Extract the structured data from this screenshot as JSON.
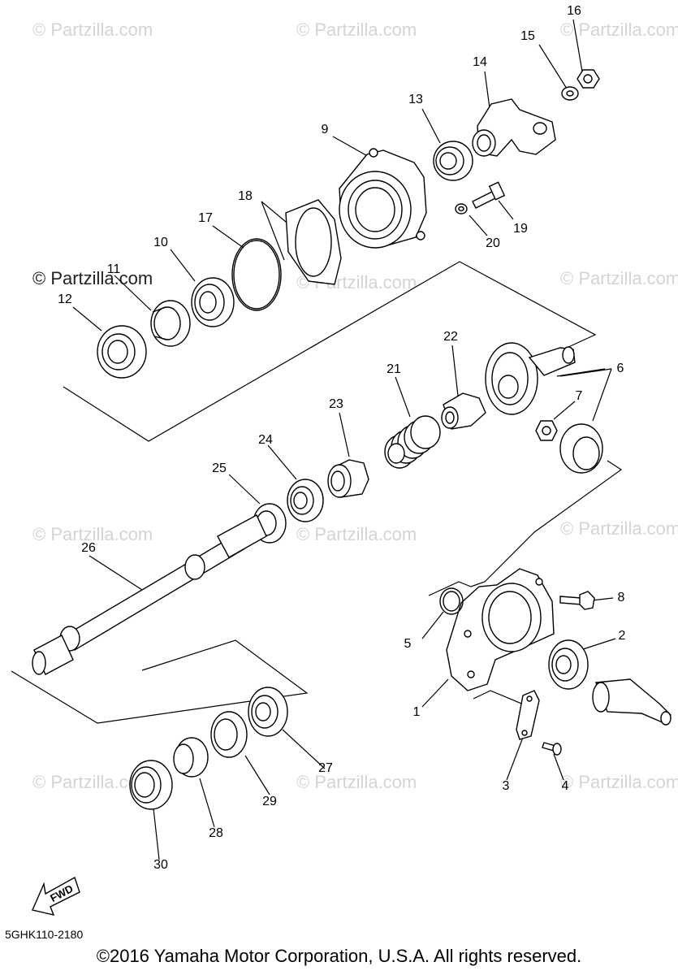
{
  "watermarks": {
    "text": "© Partzilla.com",
    "dark_text": "© Partzilla.com"
  },
  "labels": {
    "p1": "1",
    "p2": "2",
    "p3": "3",
    "p4": "4",
    "p5": "5",
    "p6": "6",
    "p7": "7",
    "p8": "8",
    "p9": "9",
    "p10": "10",
    "p11": "11",
    "p12": "12",
    "p13": "13",
    "p14": "14",
    "p15": "15",
    "p16": "16",
    "p17": "17",
    "p18": "18",
    "p19": "19",
    "p20": "20",
    "p21": "21",
    "p22": "22",
    "p23": "23",
    "p24": "24",
    "p25": "25",
    "p26": "26",
    "p27": "27",
    "p28": "28",
    "p29": "29",
    "p30": "30"
  },
  "fwd_label": "FWD",
  "diagram_code": "5GHK110-2180",
  "copyright": "©2016 Yamaha Motor Corporation, U.S.A. All rights reserved."
}
